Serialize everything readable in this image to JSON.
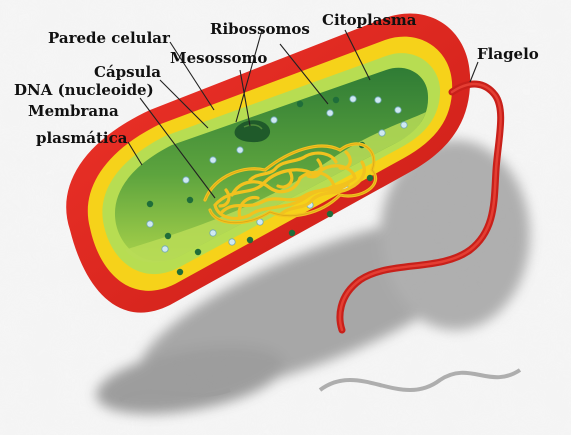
{
  "diagram": {
    "labels": {
      "parede_celular": "Parede celular",
      "ribossomos": "Ribossomos",
      "citoplasma": "Citoplasma",
      "mesossomo": "Mesossomo",
      "capsula": "Cápsula",
      "flagelo": "Flagelo",
      "dna": "DNA (nucleoide)",
      "membrana": "Membrana",
      "plasmatica": "plasmática"
    },
    "colors": {
      "capsula": "#e8251c",
      "parede_celular": "#f6d21a",
      "membrana": "#9fcb3c",
      "citoplasma": "#3c8c3a",
      "nucleoide": "#f2c21f",
      "mesossomo": "#1f5a2a",
      "ribossomo_claro": "#d8f0f5",
      "ribossomo_escuro": "#1f6d3a",
      "sombra": "#9a9a9a"
    }
  }
}
